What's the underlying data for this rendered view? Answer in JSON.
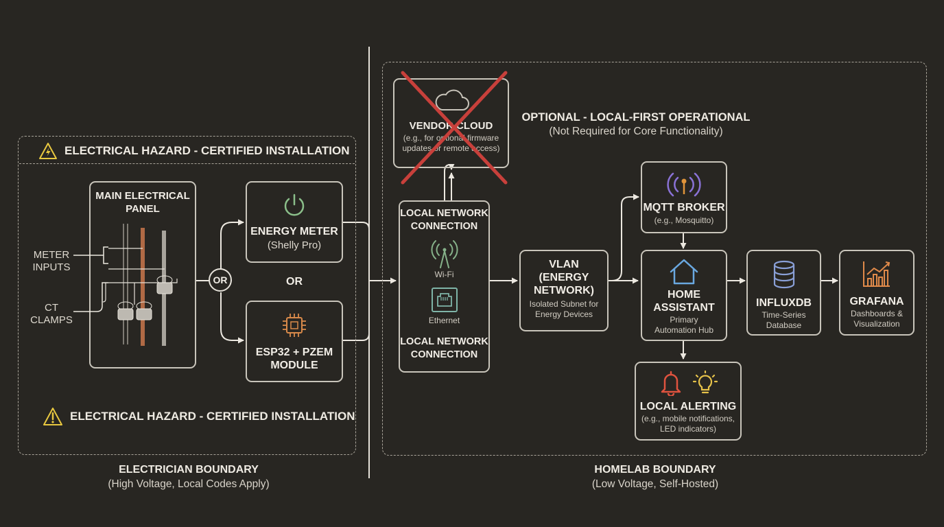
{
  "electrician_zone": {
    "hazard_label_top": "ELECTRICAL HAZARD - CERTIFIED INSTALLATION",
    "hazard_label_bottom": "ELECTRICAL HAZARD - CERTIFIED INSTALLATION",
    "panel_title": "MAIN ELECTRICAL PANEL",
    "meter_inputs_label": "METER\nINPUTS",
    "ct_clamps_label": "CT\nCLAMPS",
    "or_circle": "OR",
    "or_between": "OR",
    "energy_meter": {
      "title": "ENERGY METER",
      "subtitle": "(Shelly Pro)"
    },
    "esp32": {
      "title": "ESP32 + PZEM\nMODULE"
    },
    "boundary_title": "ELECTRICIAN BOUNDARY",
    "boundary_subtitle": "(High Voltage, Local Codes Apply)"
  },
  "homelab_zone": {
    "vendor_cloud": {
      "title": "VENDOR CLOUD",
      "subtitle": "(e.g., for optional firmware updates or remote access)"
    },
    "optional_title": "OPTIONAL - LOCAL-FIRST OPERATIONAL",
    "optional_subtitle": "(Not Required for Core Functionality)",
    "local_network": {
      "title_top": "LOCAL NETWORK\nCONNECTION",
      "wifi_label": "Wi-Fi",
      "ethernet_label": "Ethernet",
      "title_bottom": "LOCAL NETWORK\nCONNECTION"
    },
    "vlan": {
      "title": "VLAN\n(ENERGY\nNETWORK)",
      "subtitle": "Isolated Subnet for Energy Devices"
    },
    "mqtt": {
      "title": "MQTT BROKER",
      "subtitle": "(e.g., Mosquitto)"
    },
    "home_assistant": {
      "title": "HOME\nASSISTANT",
      "subtitle": "Primary\nAutomation Hub"
    },
    "influxdb": {
      "title": "INFLUXDB",
      "subtitle": "Time-Series\nDatabase"
    },
    "grafana": {
      "title": "GRAFANA",
      "subtitle": "Dashboards &\nVisualization"
    },
    "alerting": {
      "title": "LOCAL ALERTING",
      "subtitle": "(e.g., mobile notifications,\nLED indicators)"
    },
    "boundary_title": "HOMELAB BOUNDARY",
    "boundary_subtitle": "(Low Voltage, Self-Hosted)"
  },
  "colors": {
    "background": "#282622",
    "box_border": "#c9c5bb",
    "cross_red": "#c8403b",
    "power_green": "#8bbf8a",
    "chip_orange": "#d98a4a",
    "ethernet_teal": "#7fb5a8",
    "wifi_green": "#86b28a",
    "mqtt_purple": "#8a72d6",
    "mqtt_orange": "#e0943a",
    "house_blue": "#6aa8e0",
    "db_blue": "#8aa0d8",
    "chart_orange": "#e08a4a",
    "bell_red": "#e0533f",
    "bulb_yellow": "#e6c24a",
    "hazard_yellow": "#e8c840",
    "copper": "#b06a45"
  }
}
